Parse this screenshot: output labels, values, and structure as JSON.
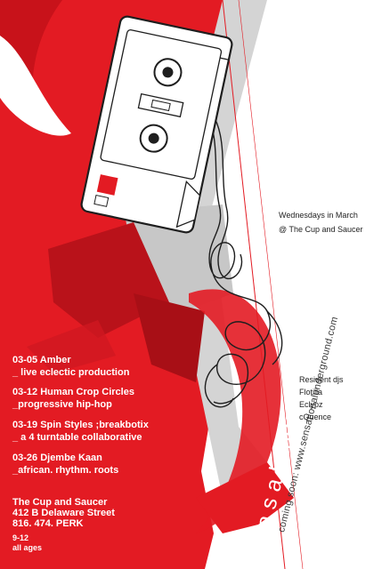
{
  "brand": {
    "name": "a s a l undergroundproductio",
    "website": "coming soon: www.sensationalunderground.com"
  },
  "schedule_intro": {
    "when": "Wednesdays in March",
    "where": "@ The Cup and Saucer"
  },
  "residents": {
    "heading": "Resident djs",
    "djs": [
      "Flotilla",
      "Eclypz",
      "cQuence"
    ]
  },
  "events": [
    {
      "line1": "03-05 Amber",
      "line2": "_ live eclectic production"
    },
    {
      "line1": "03-12 Human Crop Circles",
      "line2": "_progressive hip-hop"
    },
    {
      "line1": "03-19 Spin Styles ;breakbotix",
      "line2": "_ a 4 turntable collaborative"
    },
    {
      "line1": "03-26 Djembe Kaan",
      "line2": "_african. rhythm. roots"
    }
  ],
  "venue": {
    "name": "The Cup and Saucer",
    "address": "412 B  Delaware Street",
    "phone": "816. 474. PERK",
    "hours": "9-12",
    "ages": "all ages"
  },
  "colors": {
    "red": "#e31b23",
    "dark_red": "#b9121a",
    "gray": "#bdbdbd",
    "ink": "#1e1e1e"
  },
  "icons": [
    "cassette-tape-icon",
    "tangled-tape-ribbon-icon"
  ]
}
